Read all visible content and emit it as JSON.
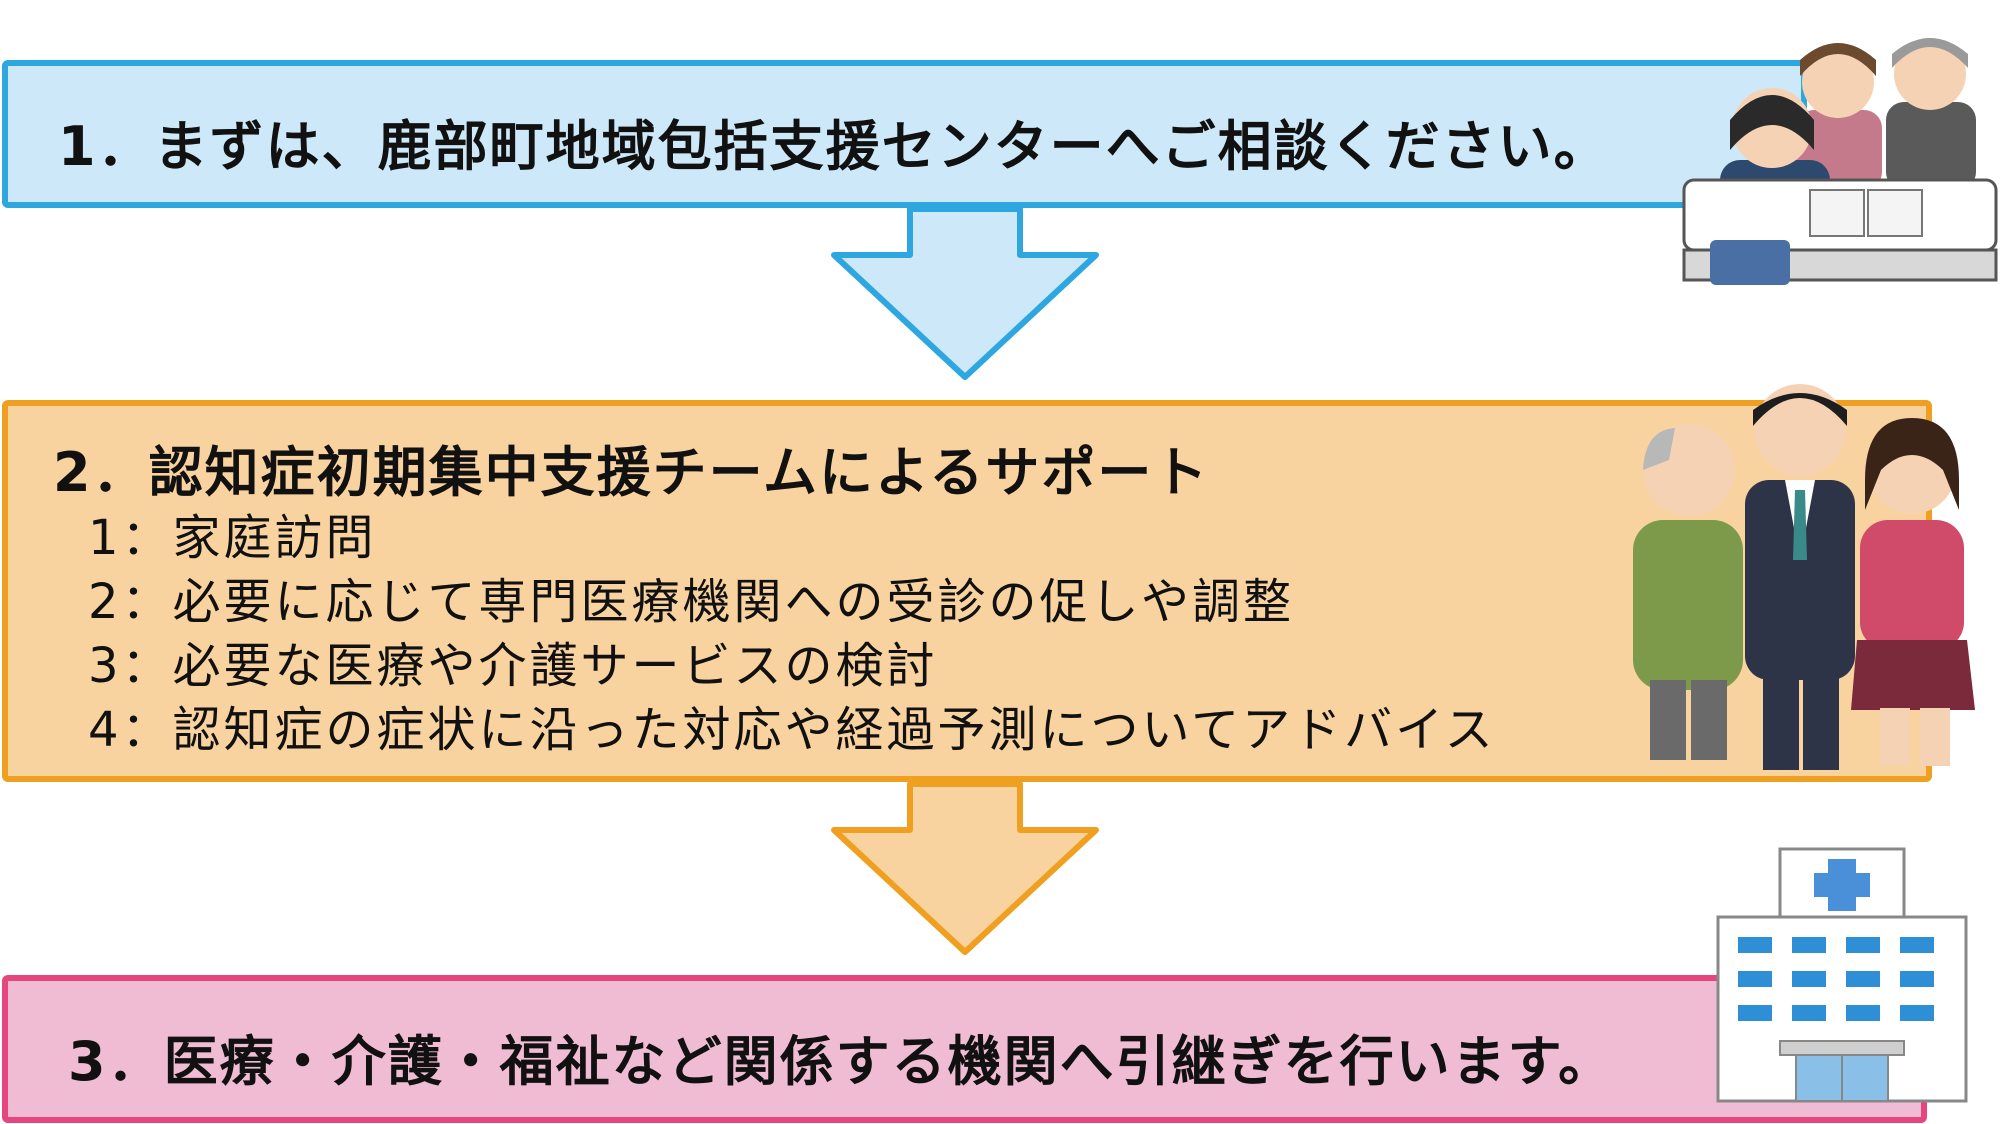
{
  "steps": [
    {
      "title": "1．まずは、鹿部町地域包括支援センターへご相談ください。"
    },
    {
      "title": "2．認知症初期集中支援チームによるサポート",
      "items": [
        "1：家庭訪問",
        "2：必要に応じて専門医療機関への受診の促しや調整",
        "3：必要な医療や介護サービスの検討",
        "4：認知症の症状に沿った対応や経過予測についてアドバイス"
      ]
    },
    {
      "title": "3．医療・介護・福祉など関係する機関へ引継ぎを行います。"
    }
  ],
  "colors": {
    "step1_fill": "#cde8f8",
    "step1_border": "#2ea7e0",
    "step2_fill": "#f8d3a0",
    "step2_border": "#f0a020",
    "step3_fill": "#f0bcd4",
    "step3_border": "#e5467e"
  },
  "icons": [
    "consultation-illustration",
    "support-team-illustration",
    "hospital-icon"
  ]
}
